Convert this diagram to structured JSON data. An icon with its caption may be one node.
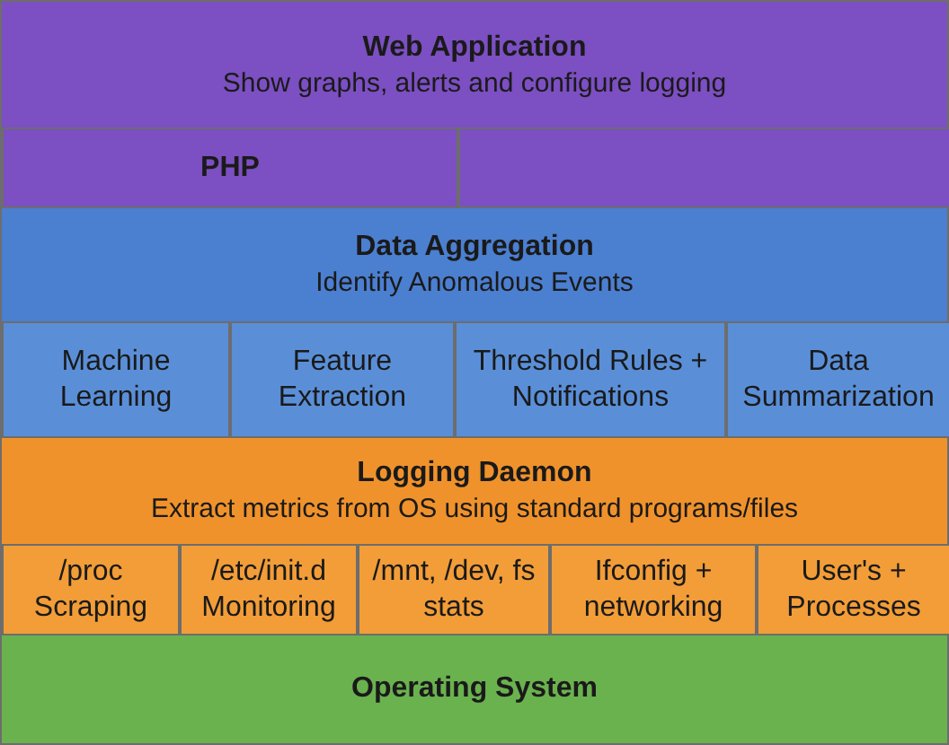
{
  "diagram": {
    "nodes": [
      {
        "text": [
          "Web Application",
          "Show graphs, alerts and configure logging"
        ]
      },
      {
        "text": [
          "PHP"
        ],
        "in": 0
      },
      {
        "text": [],
        "shape": "box",
        "in": 0
      },
      {
        "text": [
          "Data Aggregation",
          "Identify Anomalous Events"
        ]
      },
      {
        "text": [
          "Machine Learning"
        ],
        "in": 3
      },
      {
        "text": [
          "Feature Extraction"
        ],
        "in": 3
      },
      {
        "text": [
          "Threshold Rules + Notifications"
        ],
        "in": 3
      },
      {
        "text": [
          "Data Summarization"
        ],
        "in": 3
      },
      {
        "text": [
          "Logging Daemon",
          "Extract metrics from OS using standard programs/files"
        ]
      },
      {
        "text": [
          "/proc Scraping"
        ],
        "in": 8
      },
      {
        "text": [
          "/etc/init.d Monitoring"
        ],
        "in": 8
      },
      {
        "text": [
          "/mnt, /dev, fs stats"
        ],
        "in": 8
      },
      {
        "text": [
          "Ifconfig + networking"
        ],
        "in": 8
      },
      {
        "text": [
          "User's + Processes"
        ],
        "in": 8
      },
      {
        "text": [
          "Operating System"
        ]
      }
    ]
  }
}
